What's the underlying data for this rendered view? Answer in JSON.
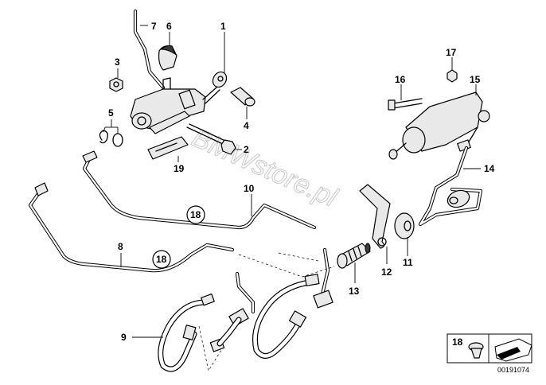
{
  "watermark": "BMWstore.pl",
  "callouts": {
    "c1": "1",
    "c2": "2",
    "c3": "3",
    "c4": "4",
    "c5": "5",
    "c6": "6",
    "c7": "7",
    "c8": "8",
    "c9": "9",
    "c10": "10",
    "c11": "11",
    "c12": "12",
    "c13": "13",
    "c14": "14",
    "c15": "15",
    "c16": "16",
    "c17": "17",
    "c19": "19"
  },
  "circled": {
    "a": "18",
    "b": "18"
  },
  "legend": {
    "number": "18"
  },
  "diagram_id": "00191074"
}
